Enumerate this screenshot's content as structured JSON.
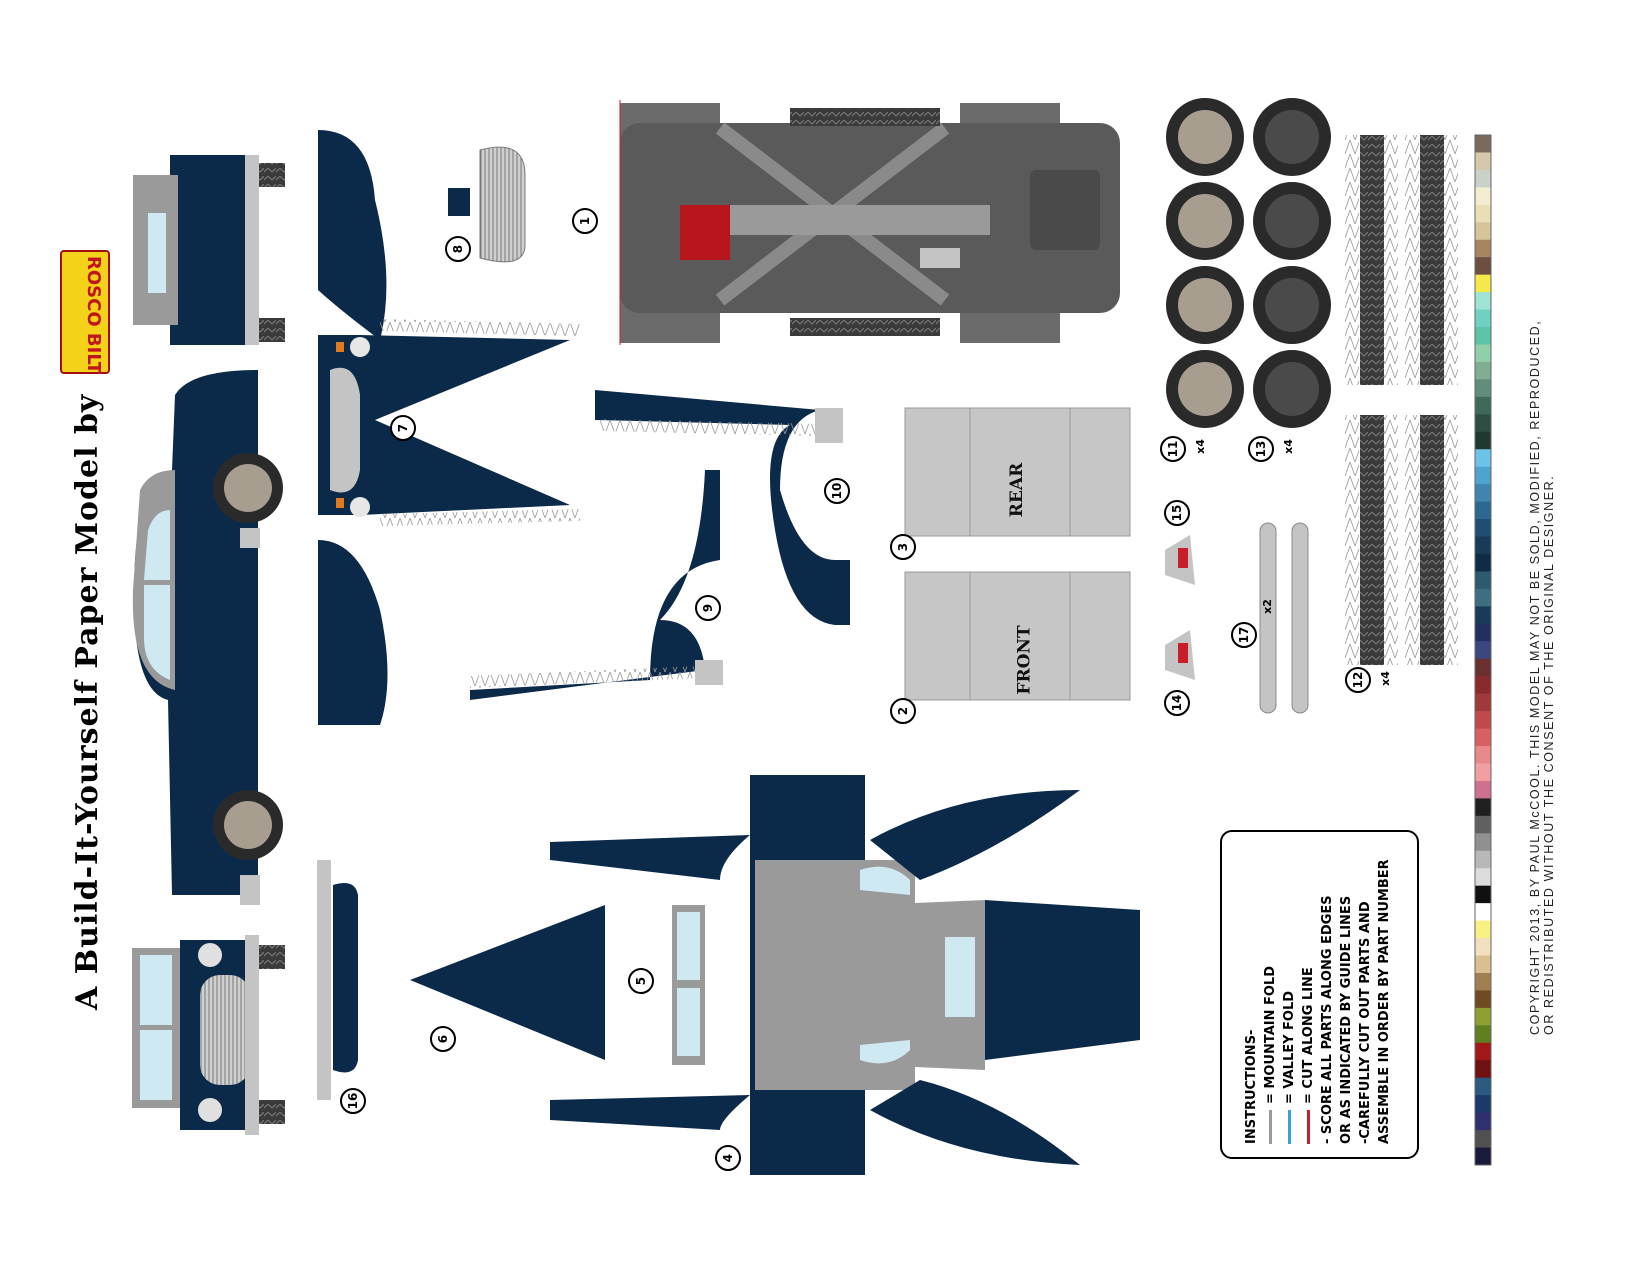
{
  "header": {
    "title": "A Build-It-Yourself Paper Model by",
    "brand": "ROSCO BILT"
  },
  "copyright": {
    "line1": "COPYRIGHT 2013, BY PAUL McCOOL. THIS MODEL MAY NOT BE SOLD, MODIFIED, REPRODUCED,",
    "line2": "OR REDISTRIBUTED WITHOUT THE CONSENT OF THE ORIGINAL DESIGNER."
  },
  "instructions": {
    "heading": "INSTRUCTIONS-",
    "mountain": "= MOUNTAIN FOLD",
    "valley": "= VALLEY FOLD",
    "cut": "= CUT ALONG LINE",
    "score1": "- SCORE ALL PARTS ALONG EDGES",
    "score2": "OR AS INDICATED BY GUIDE LINES",
    "cut1": "-CAREFULLY CUT OUT PARTS AND",
    "cut2": "ASSEMBLE IN ORDER BY PART NUMBER",
    "colors": {
      "mountain": "#9a9a9a",
      "valley": "#3aa0d8",
      "cut": "#c81e2a"
    }
  },
  "panels": {
    "rear": "REAR",
    "front": "FRONT"
  },
  "parts": {
    "p1": "1",
    "p2": "2",
    "p3": "3",
    "p4": "4",
    "p5": "5",
    "p6": "6",
    "p7": "7",
    "p8": "8",
    "p9": "9",
    "p10": "10",
    "p11": "11",
    "p12": "12",
    "p13": "13",
    "p14": "14",
    "p15": "15",
    "p16": "16",
    "p17": "17"
  },
  "multipliers": {
    "m11": "x4",
    "m12": "x4",
    "m13": "x4",
    "m17": "x2"
  },
  "colors": {
    "body": "#0b2a4a",
    "chassis": "#5a5a5a",
    "silver": "#c4c4c4",
    "glass": "#cfe9f3",
    "engine": "#b8141c"
  },
  "swatches": [
    "#7a6a5a",
    "#d4c9a8",
    "#c9d1c8",
    "#f2ecd0",
    "#e8dfb4",
    "#d6c49a",
    "#a68660",
    "#6b5040",
    "#f4e84a",
    "#9ee3d4",
    "#6fd1c1",
    "#5bc4a9",
    "#8fd0a8",
    "#7fae92",
    "#5f8e7a",
    "#3e6a5a",
    "#2e4e44",
    "#1e3a30",
    "#6cc2e8",
    "#4fa3cf",
    "#3e85b0",
    "#2c6890",
    "#1e4e72",
    "#163c58",
    "#0e2c44",
    "#2e5a70",
    "#3c7080",
    "#1a3a5a",
    "#203060",
    "#3a4880",
    "#6a3030",
    "#8a2a2a",
    "#a03a3a",
    "#c04a4a",
    "#d86060",
    "#e88888",
    "#f0a0a0",
    "#d07090",
    "#202020",
    "#606060",
    "#909090",
    "#b8b8b8",
    "#dcdcdc",
    "#101010",
    "#ffffff",
    "#f8f080",
    "#f0e0c0",
    "#d8c090",
    "#a08050",
    "#704a20",
    "#90a030",
    "#608020",
    "#a01818",
    "#701010",
    "#2a5a80",
    "#1a3a6a",
    "#303070",
    "#505050",
    "#1a1a3a"
  ]
}
